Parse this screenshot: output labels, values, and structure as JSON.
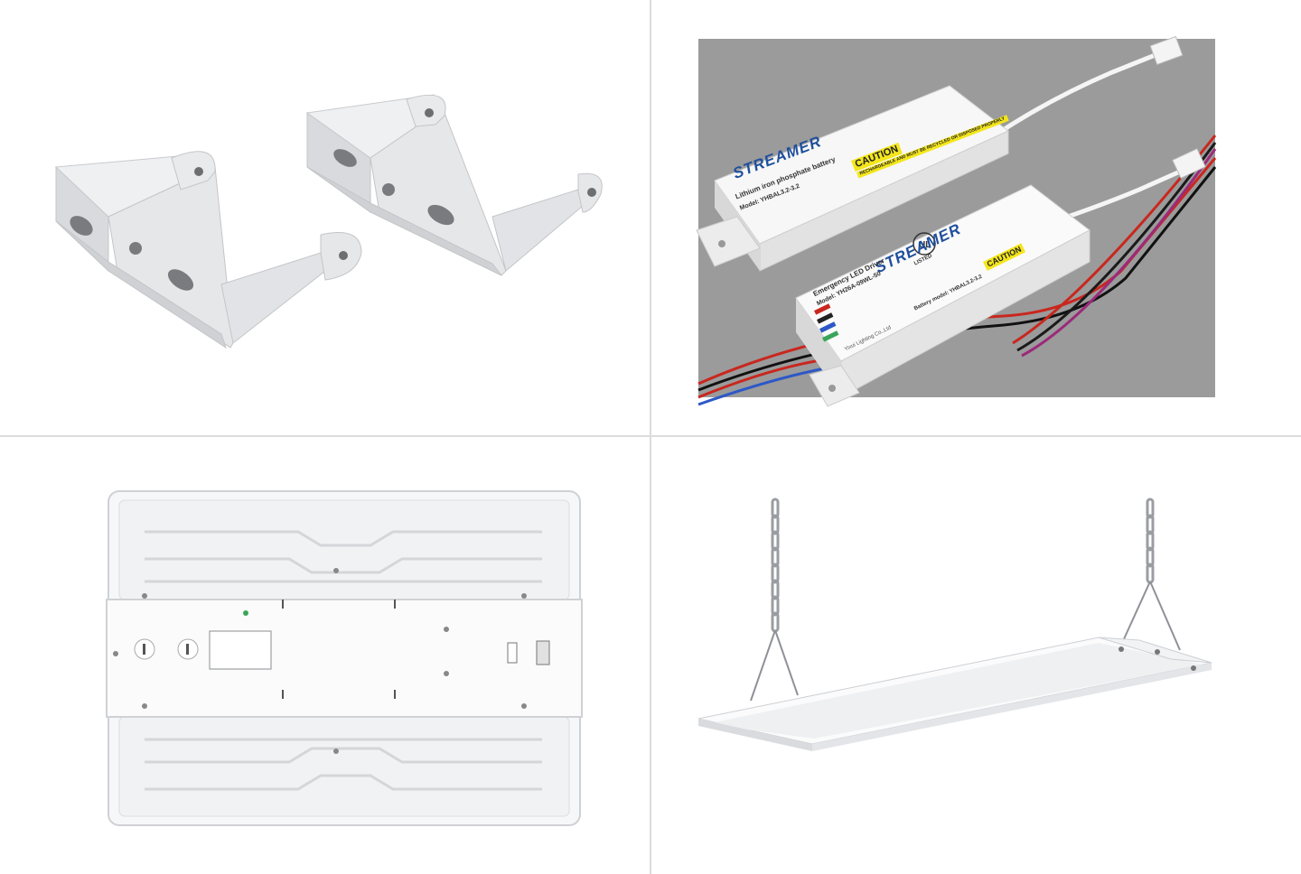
{
  "battery": {
    "brand": "STREAMER",
    "title": "Lithium iron phosphate battery",
    "model": "Model: YHBAL3.2-3.2",
    "caution_label": "CAUTION",
    "caution_text": "RECHARGEABLE AND MUST BE RECYCLED OR DISPOSED PROPERLY"
  },
  "driver": {
    "brand": "STREAMER",
    "title": "Emergency LED Driver",
    "model": "Model: YH26A-09WL-50",
    "caution_label": "CAUTION",
    "battery_model": "Battery model: YHBAL3.2-3.2",
    "manufacturer": "Yixui Lighting Co.,Ltd",
    "listed": "LISTED"
  },
  "colors": {
    "page_bg": "#ffffff",
    "divider": "#dcdcdc",
    "photo_bg": "#9b9b9b",
    "brand_blue": "#1f4f9c",
    "caution_yellow": "#f4e61c",
    "bracket": "#e6e7e9",
    "fixture": "#f2f3f5"
  },
  "panels": [
    {
      "name": "mounting-brackets",
      "icon": "u-bracket-icon"
    },
    {
      "name": "emergency-battery-driver",
      "icon": "driver-module-icon"
    },
    {
      "name": "fixture-back-view",
      "icon": "high-bay-back-icon"
    },
    {
      "name": "hanging-fixture",
      "icon": "chain-hung-fixture-icon"
    }
  ]
}
